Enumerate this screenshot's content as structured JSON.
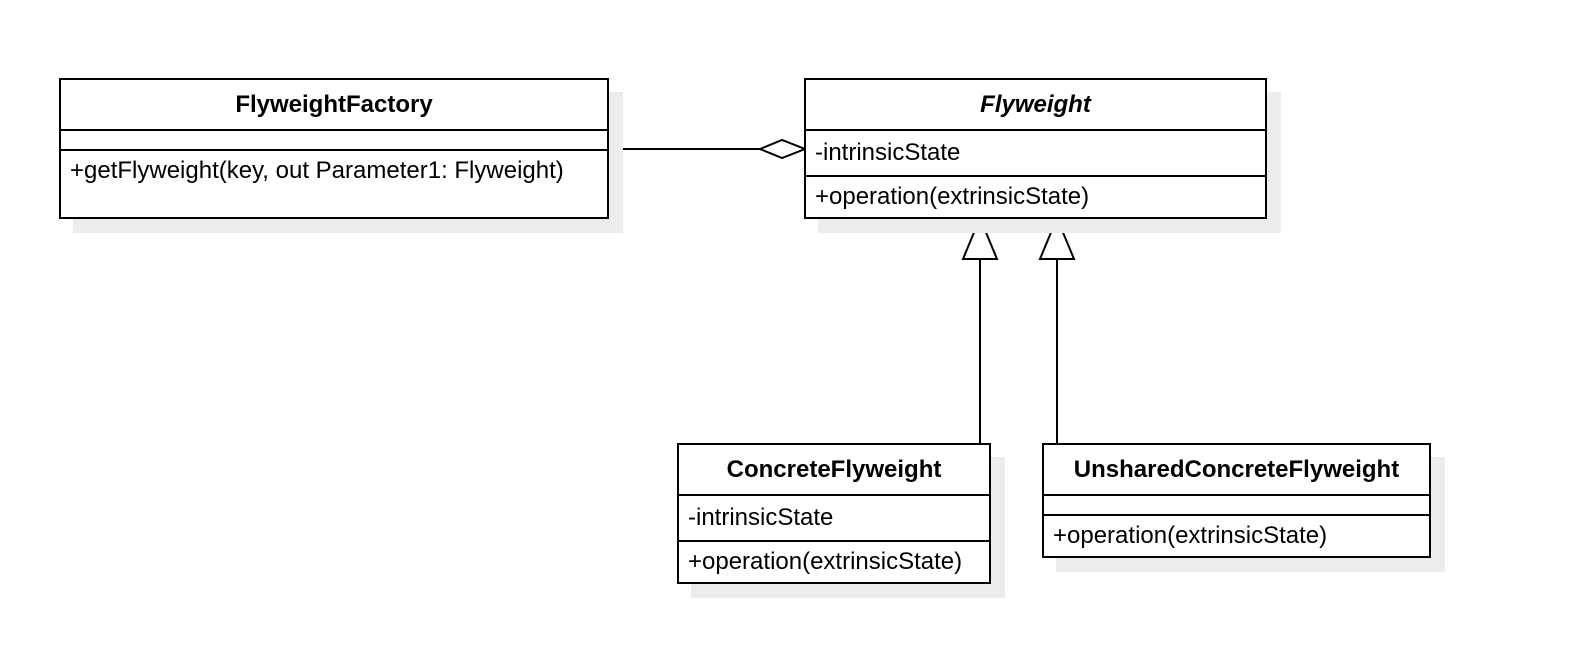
{
  "diagram": {
    "classes": {
      "factory": {
        "name": "FlyweightFactory",
        "attributes": "",
        "operations": "+getFlyweight(key, out Parameter1: Flyweight)"
      },
      "flyweight": {
        "name": "Flyweight",
        "abstract": true,
        "attributes": "-intrinsicState",
        "operations": "+operation(extrinsicState)"
      },
      "concrete": {
        "name": "ConcreteFlyweight",
        "attributes": "-intrinsicState",
        "operations": "+operation(extrinsicState)"
      },
      "unshared": {
        "name": "UnsharedConcreteFlyweight",
        "attributes": "",
        "operations": "+operation(extrinsicState)"
      }
    },
    "relations": [
      {
        "type": "aggregation",
        "from": "FlyweightFactory",
        "to": "Flyweight"
      },
      {
        "type": "generalization",
        "from": "ConcreteFlyweight",
        "to": "Flyweight"
      },
      {
        "type": "generalization",
        "from": "UnsharedConcreteFlyweight",
        "to": "Flyweight"
      }
    ],
    "colors": {
      "stroke": "#000000",
      "fill": "#ffffff",
      "shadow": "#ececec"
    }
  }
}
